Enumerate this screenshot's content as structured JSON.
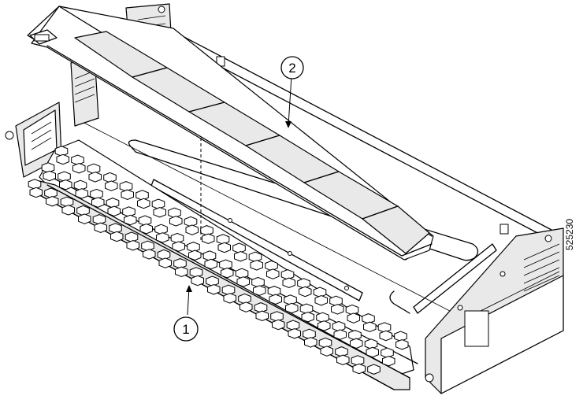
{
  "callouts": [
    {
      "label": "1"
    },
    {
      "label": "2"
    }
  ],
  "figure_id": "525230"
}
